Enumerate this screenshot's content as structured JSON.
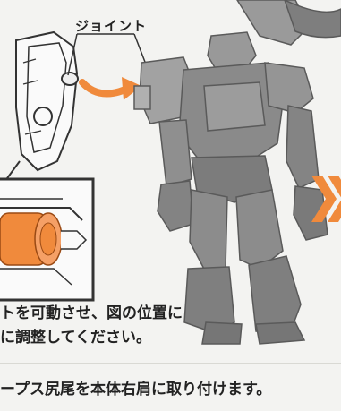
{
  "labels": {
    "joint": "ジョイント"
  },
  "instructions": {
    "line1": "トを可動させ、図の位置に",
    "line2": "に調整してください。",
    "step": "ープス尻尾を本体右肩に取り付けます。"
  },
  "colors": {
    "accent_orange": "#f08a3c",
    "figure_gray": "#8e8e8e",
    "line_dark": "#333333"
  },
  "icons": {
    "rotate_arrow": "curved-arrow-icon",
    "next_step_chevron": "double-chevron-right-icon"
  }
}
